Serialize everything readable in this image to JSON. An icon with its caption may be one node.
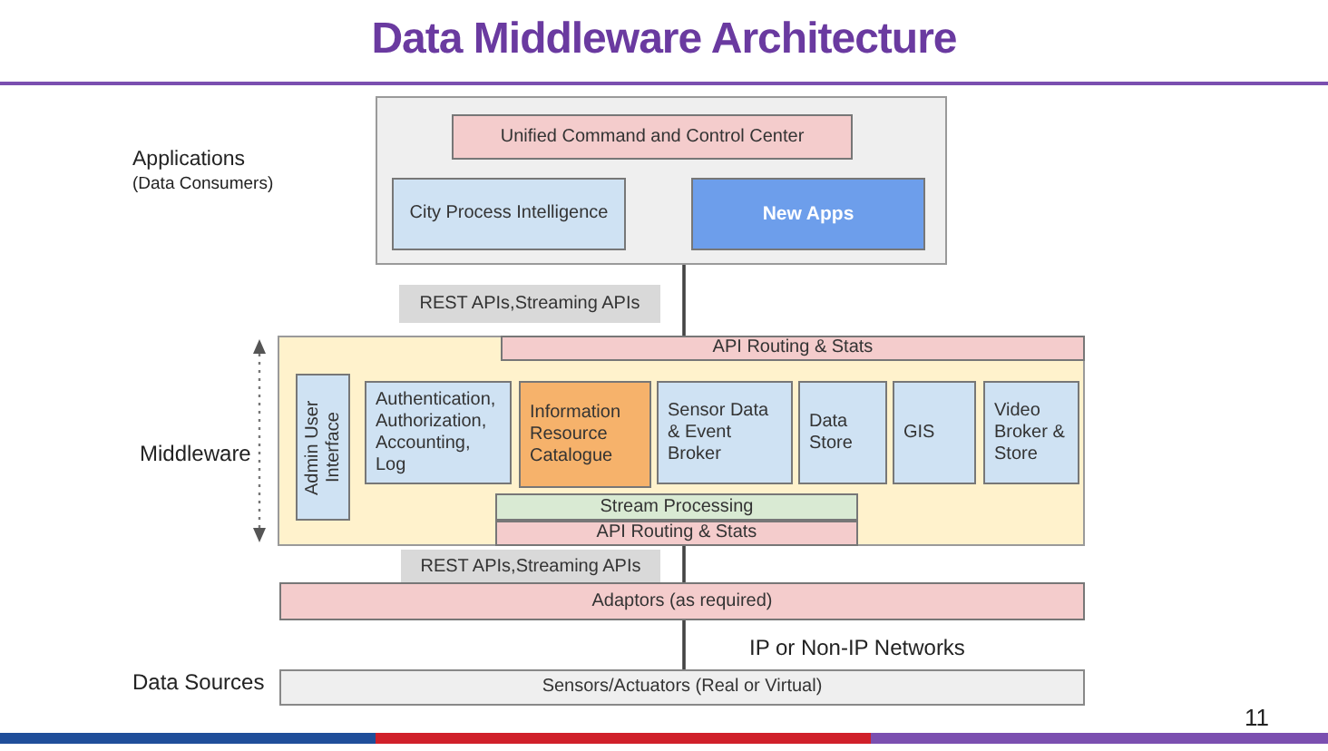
{
  "diagram": {
    "title": "Data Middleware Architecture",
    "nodes": [
      {
        "text": [],
        "shape": "box"
      },
      {
        "text": [
          "Unified Command and Control Center"
        ],
        "in": 0
      },
      {
        "text": [
          "City Process  Intelligence"
        ],
        "in": 0
      },
      {
        "text": [
          "New Apps"
        ],
        "in": 0
      },
      {
        "text": [
          "REST APIs,Streaming APIs"
        ]
      },
      {
        "text": [],
        "shape": "box"
      },
      {
        "text": [
          "API Routing & Stats"
        ],
        "in": 5
      },
      {
        "text": [
          "Admin User Interface"
        ],
        "in": 5
      },
      {
        "text": [
          "Authentication, Authorization, Accounting, Log"
        ],
        "in": 5
      },
      {
        "text": [
          "Information Resource Catalogue"
        ],
        "in": 5
      },
      {
        "text": [
          "Sensor Data & Event Broker"
        ],
        "in": 5
      },
      {
        "text": [
          "Data Store"
        ],
        "in": 5
      },
      {
        "text": [
          "GIS"
        ],
        "in": 5
      },
      {
        "text": [
          "Video Broker & Store"
        ],
        "in": 5
      },
      {
        "text": [
          "Stream Processing"
        ],
        "in": 5
      },
      {
        "text": [
          "API Routing & Stats"
        ],
        "in": 5
      },
      {
        "text": [
          "REST APIs,Streaming APIs"
        ]
      },
      {
        "text": [
          "Adaptors (as required)"
        ]
      },
      {
        "text": [
          "Sensors/Actuators (Real or Virtual)"
        ]
      }
    ],
    "edges": [
      {
        "from": 0,
        "to": 6,
        "arrow": "none"
      },
      {
        "from": 15,
        "to": 17,
        "arrow": "none"
      },
      {
        "from": 17,
        "to": 18,
        "arrow": "none"
      }
    ],
    "labels": [
      "Applications",
      "(Data Consumers)",
      "Middleware",
      "IP or Non-IP  Networks",
      "Data Sources",
      "11"
    ]
  }
}
